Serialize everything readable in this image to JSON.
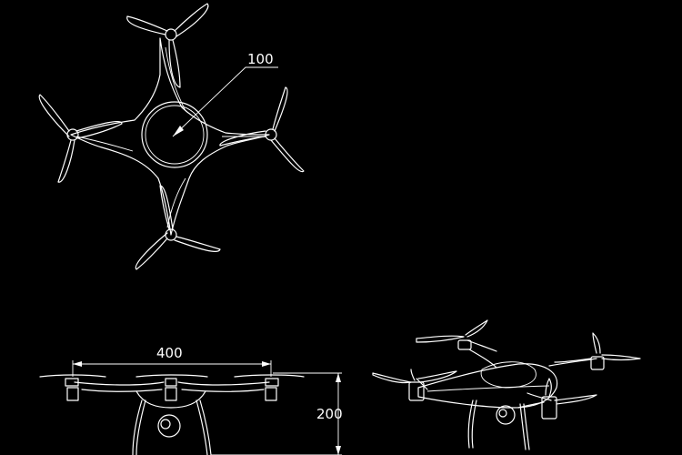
{
  "drawing": {
    "labels": {
      "part_number": "100",
      "width_dimension": "400",
      "height_dimension": "200"
    },
    "line_color": "#ffffff",
    "background_color": "#000000"
  }
}
